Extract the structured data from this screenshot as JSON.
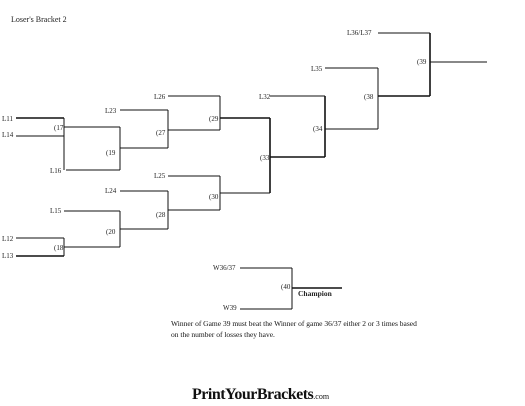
{
  "title": "Loser's Bracket 2",
  "seeds": {
    "l11": "L11",
    "l14": "L14",
    "l16": "L16",
    "l23": "L23",
    "l26": "L26",
    "l24": "L24",
    "l25": "L25",
    "l15": "L15",
    "l12": "L12",
    "l13": "L13",
    "l32": "L32",
    "l35": "L35",
    "l3637": "L36/L37",
    "w3637": "W36/37",
    "w39": "W39"
  },
  "games": {
    "g17": "(17",
    "g18": "(18",
    "g19": "(19",
    "g20": "(20",
    "g27": "(27",
    "g28": "(28",
    "g29": "(29",
    "g30": "(30",
    "g33": "(33",
    "g34": "(34",
    "g38": "(38",
    "g39": "(39",
    "g40": "(40"
  },
  "champion_label": "Champion",
  "note": "Winner of Game 39 must beat the Winner of game 36/37 either 2 or 3 times based on the number of losses they have.",
  "brand": {
    "name": "PrintYourBrackets",
    "tld": ".com"
  }
}
